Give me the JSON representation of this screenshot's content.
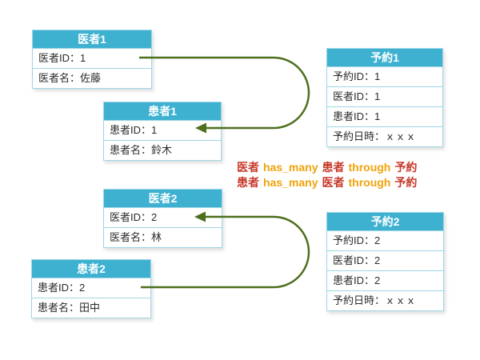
{
  "colors": {
    "table_header_bg": "#3eb1d1",
    "table_border": "#9fd6e6",
    "table_header_text": "#ffffff",
    "row_text": "#2b2b2b",
    "arrow_green": "#4e6f1e",
    "note_entity_red": "#c8392b",
    "note_keyword_orange": "#f0a30a"
  },
  "tables": {
    "doctor1": {
      "title": "医者1",
      "rows": [
        "医者ID：1",
        "医者名：佐藤"
      ]
    },
    "patient1": {
      "title": "患者1",
      "rows": [
        "患者ID：1",
        "患者名：鈴木"
      ]
    },
    "reservation1": {
      "title": "予約1",
      "rows": [
        "予約ID：1",
        "医者ID：1",
        "患者ID：1",
        "予約日時：ｘｘｘ"
      ]
    },
    "doctor2": {
      "title": "医者2",
      "rows": [
        "医者ID：2",
        "医者名：林"
      ]
    },
    "patient2": {
      "title": "患者2",
      "rows": [
        "患者ID：2",
        "患者名：田中"
      ]
    },
    "reservation2": {
      "title": "予約2",
      "rows": [
        "予約ID：2",
        "医者ID：2",
        "患者ID：2",
        "予約日時：ｘｘｘ"
      ]
    }
  },
  "notes": {
    "line1": {
      "e1": "医者",
      "k1": "has_many",
      "e2": "患者",
      "k2": "through",
      "e3": "予約"
    },
    "line2": {
      "e1": "患者",
      "k1": "has_many",
      "e2": "医者",
      "k2": "through",
      "e3": "予約"
    }
  }
}
